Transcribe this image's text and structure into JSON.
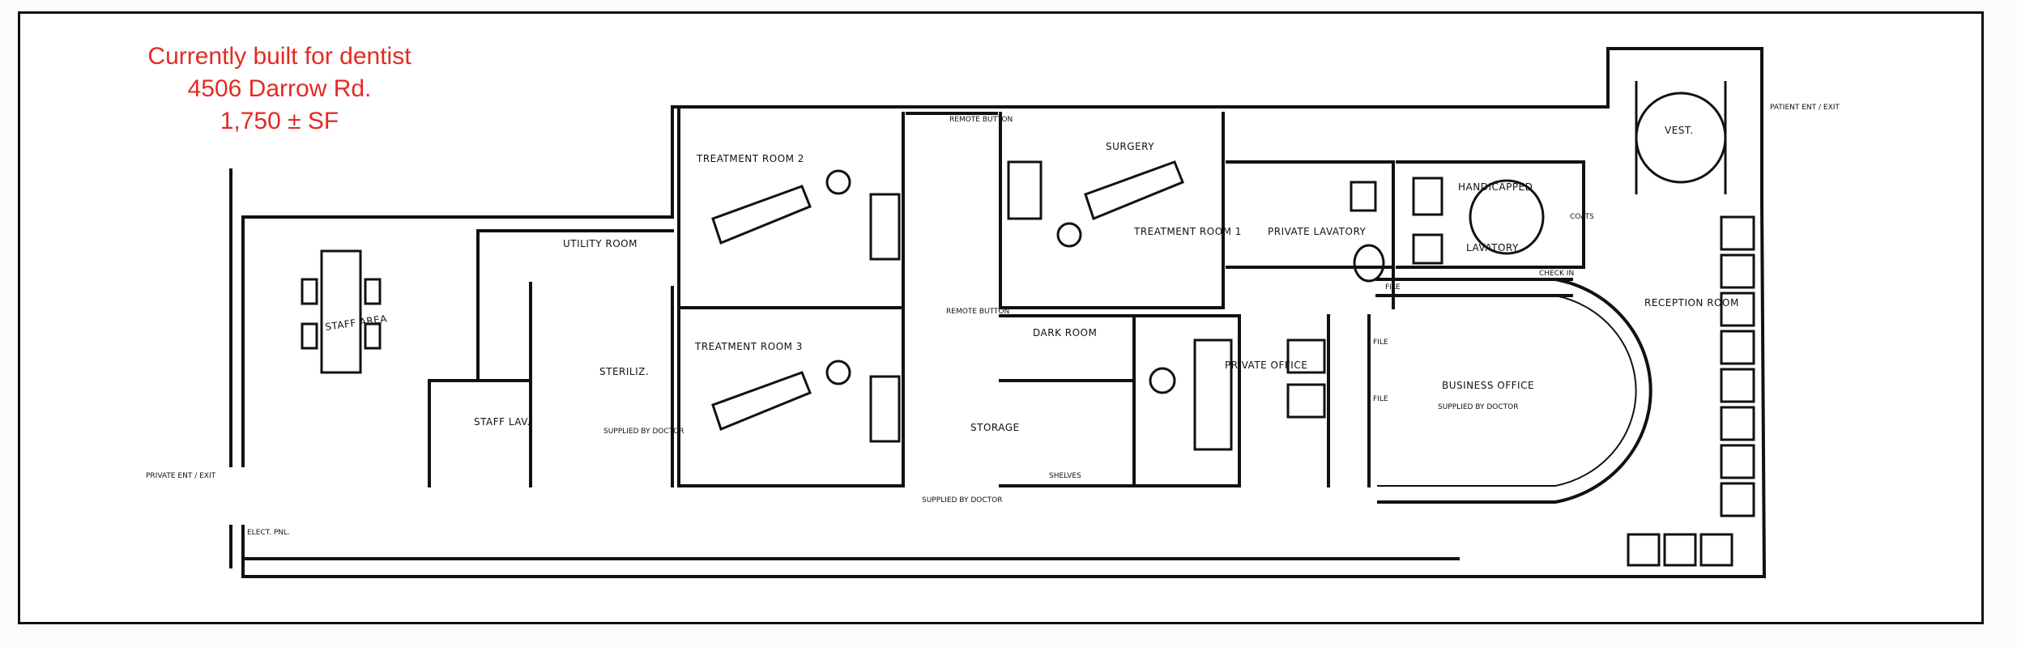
{
  "caption": {
    "line1": "Currently built for dentist",
    "line2": "4506 Darrow Rd.",
    "line3": "1,750 ± SF"
  },
  "rooms": {
    "staff_area": "STAFF AREA",
    "staff_lav": "STAFF LAV.",
    "utility_room": "UTILITY ROOM",
    "steriliz": "STERILIZ.",
    "supplied_by_doctor_1": "SUPPLIED BY DOCTOR",
    "treatment_room_2": "TREATMENT ROOM 2",
    "treatment_room_3": "TREATMENT ROOM 3",
    "remote_button_1": "REMOTE BUTTON",
    "remote_button_2": "REMOTE BUTTON",
    "surgery": "SURGERY",
    "treatment_room_1": "TREATMENT ROOM 1",
    "dark_room": "DARK ROOM",
    "storage": "STORAGE",
    "shelves": "SHELVES",
    "supplied_by_doctor_2": "SUPPLIED BY DOCTOR",
    "private_office": "PRIVATE OFFICE",
    "private_lavatory": "PRIVATE LAVATORY",
    "handicapped_lavatory_1": "HANDICAPPED",
    "handicapped_lavatory_2": "LAVATORY",
    "business_office": "BUSINESS OFFICE",
    "supplied_by_doctor_3": "SUPPLIED BY DOCTOR",
    "reception_room": "RECEPTION ROOM",
    "vest": "VEST.",
    "patient_ent_exit": "PATIENT ENT / EXIT",
    "private_ent_exit": "PRIVATE ENT / EXIT",
    "elect_pnl": "ELECT. PNL.",
    "file_1": "FILE",
    "file_2": "FILE",
    "file_3": "FILE",
    "check_in": "CHECK IN",
    "coats": "COATS"
  }
}
